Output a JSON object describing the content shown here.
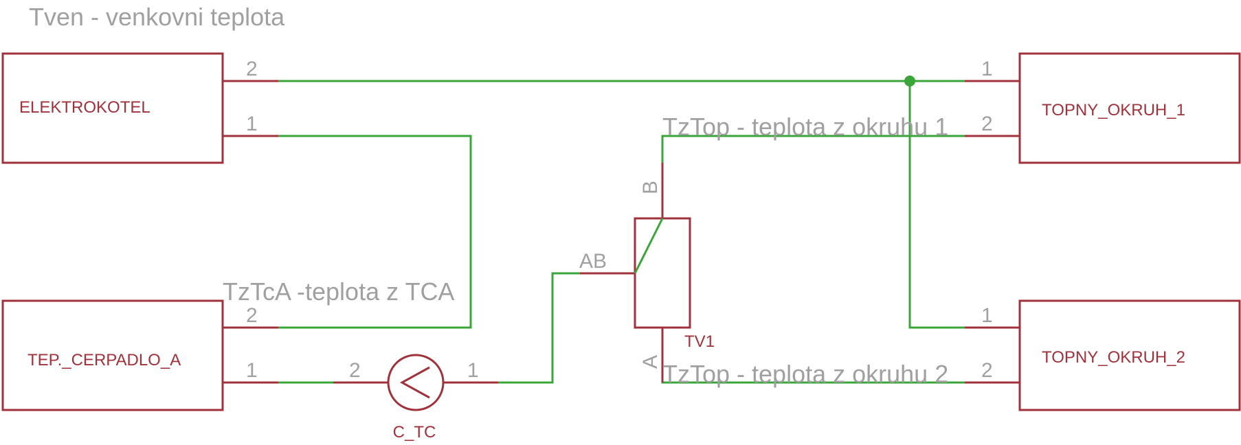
{
  "title": "Tven - venkovni teplota",
  "components": {
    "elektrokotel": {
      "label": "ELEKTROKOTEL",
      "pin_top": "2",
      "pin_bottom": "1"
    },
    "tep_cerpadlo": {
      "label": "TEP._CERPADLO_A",
      "pin_top": "2",
      "pin_bottom": "1"
    },
    "topny_okruh_1": {
      "label": "TOPNY_OKRUH_1",
      "pin_top": "1",
      "pin_bottom": "2"
    },
    "topny_okruh_2": {
      "label": "TOPNY_OKRUH_2",
      "pin_top": "1",
      "pin_bottom": "2"
    },
    "pump": {
      "label": "C_TC",
      "pin_left": "2",
      "pin_right": "1"
    },
    "valve": {
      "label": "TV1",
      "pin_ab": "AB",
      "pin_a": "A",
      "pin_b": "B"
    }
  },
  "annotations": {
    "tztca": "TzTcA -teplota z TCA",
    "tztop1": "TzTop - teplota z okruhu 1",
    "tztop2": "TzTop - teplota z okruhu 2"
  },
  "colors": {
    "symbol": "#a0323c",
    "wire": "#3aa63a",
    "label": "#a0a0a0"
  }
}
